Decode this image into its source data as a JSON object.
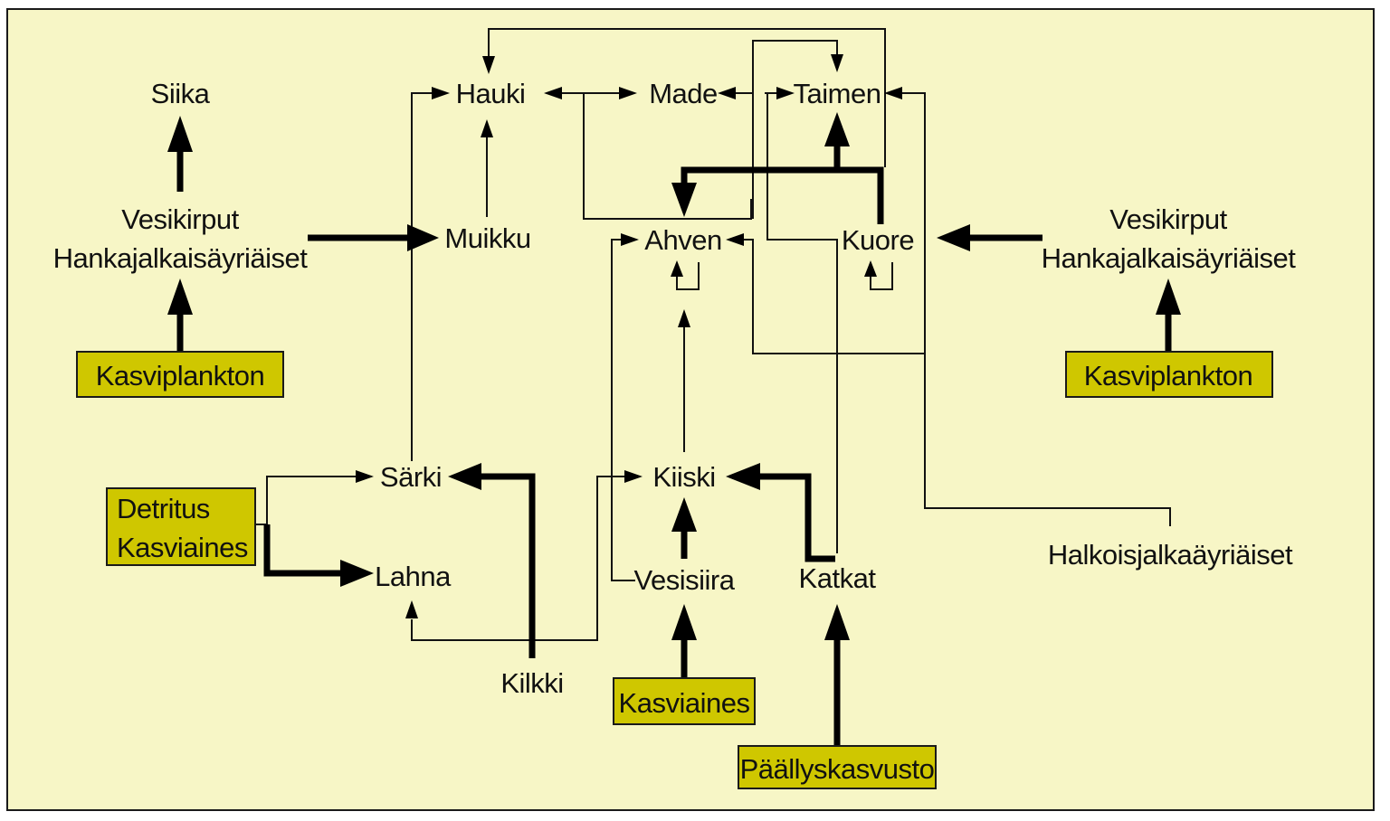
{
  "colors": {
    "background": "#f7f6c6",
    "box_fill": "#cfc700",
    "border": "#1a1a1a",
    "text": "#111111"
  },
  "nodes": {
    "siika": "Siika",
    "vesikirput_left_1": "Vesikirput",
    "vesikirput_left_2": "Hankajalkaisäyriäiset",
    "kasviplankton_left": "Kasviplankton",
    "hauki": "Hauki",
    "muikku": "Muikku",
    "made": "Made",
    "taimen": "Taimen",
    "ahven": "Ahven",
    "kuore": "Kuore",
    "vesikirput_right_1": "Vesikirput",
    "vesikirput_right_2": "Hankajalkaisäyriäiset",
    "kasviplankton_right": "Kasviplankton",
    "sarki": "Särki",
    "detritus_1": "Detritus",
    "detritus_2": "Kasviaines",
    "lahna": "Lahna",
    "kilkki": "Kilkki",
    "kiiski": "Kiiski",
    "vesisiira": "Vesisiira",
    "kasviaines": "Kasviaines",
    "katkat": "Katkat",
    "paallyskasvusto": "Päällyskasvusto",
    "halkoisjalka": "Halkoisjalkaäyriäiset"
  }
}
